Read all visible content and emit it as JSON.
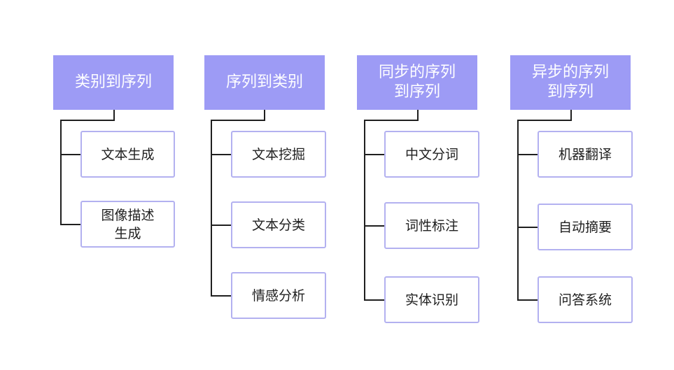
{
  "columns": [
    {
      "header": "类别到序列",
      "children": [
        "文本生成",
        "图像描述\n生成"
      ]
    },
    {
      "header": "序列到类别",
      "children": [
        "文本挖掘",
        "文本分类",
        "情感分析"
      ]
    },
    {
      "header": "同步的序列\n到序列",
      "children": [
        "中文分词",
        "词性标注",
        "实体识别"
      ]
    },
    {
      "header": "异步的序列\n到序列",
      "children": [
        "机器翻译",
        "自动摘要",
        "问答系统"
      ]
    }
  ],
  "colors": {
    "header_bg": "#9d9bf5",
    "box_border": "#b3b1f0",
    "connector": "#1f1f1f"
  }
}
